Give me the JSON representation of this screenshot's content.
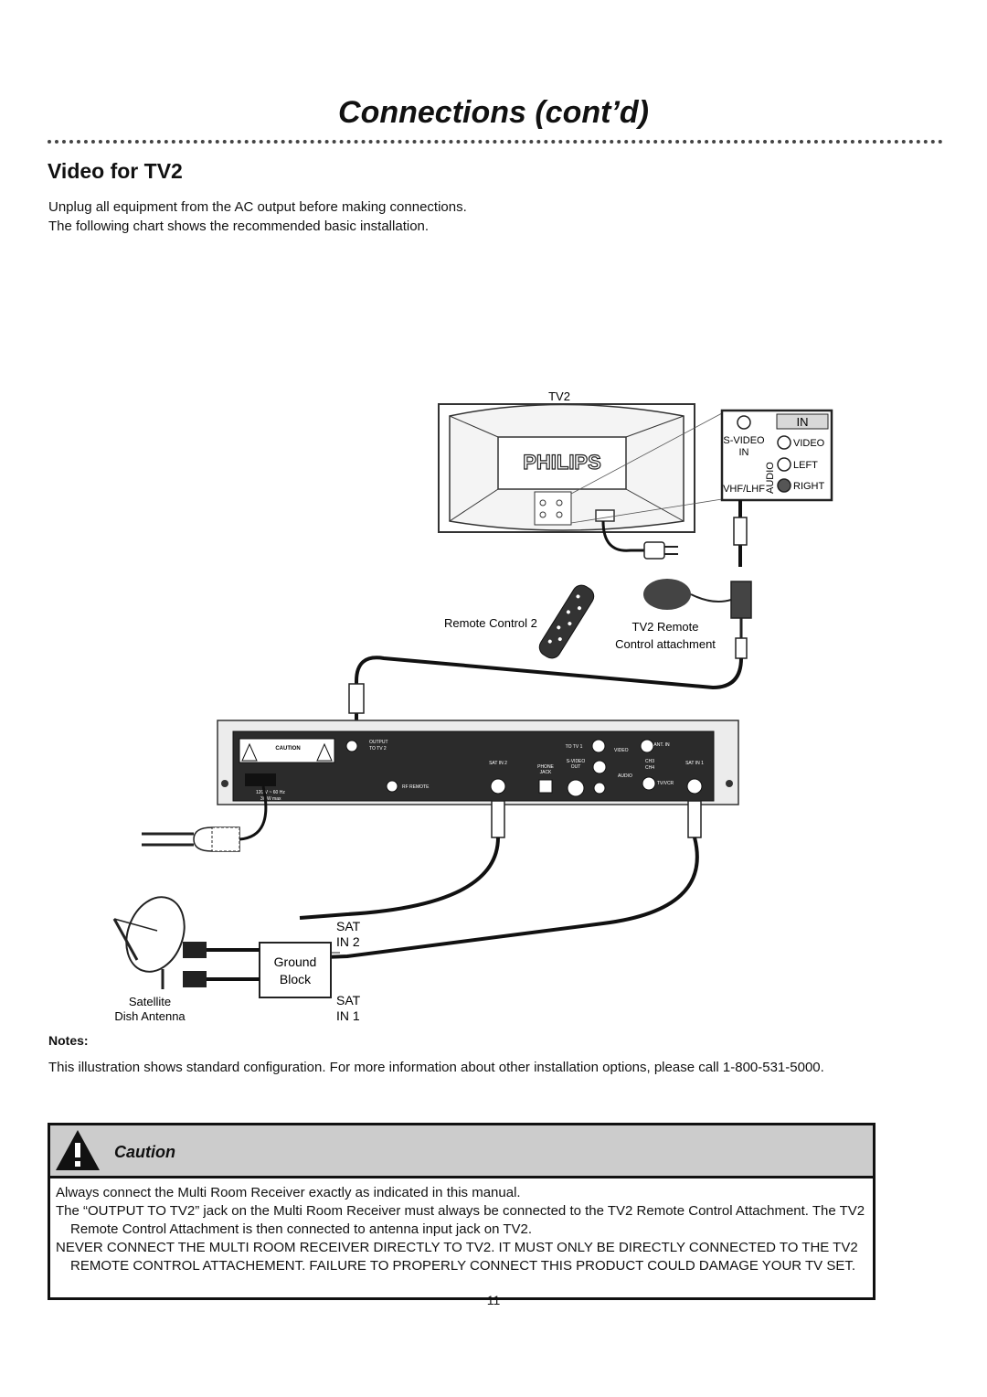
{
  "title": "Connections (cont’d)",
  "section_title": "Video for TV2",
  "intro": [
    "Unplug all equipment from the AC output before making connections.",
    "The following chart shows the recommended basic installation."
  ],
  "diagram": {
    "tv_label": "TV2",
    "brand": "PHILIPS",
    "in_label": "IN",
    "svideo_label": "S-VIDEO",
    "svideo_in_label": "IN",
    "video_label": "VIDEO",
    "audio_label": "AUDIO",
    "left_label": "LEFT",
    "right_label": "RIGHT",
    "vhf_label": "VHF/LHF",
    "remote_control_label": "Remote Control 2",
    "tv2_remote_line1": "TV2 Remote",
    "tv2_remote_line2": "Control attachment",
    "receiver": {
      "caution": "CAUTION",
      "output_to_tv2_1": "OUTPUT",
      "output_to_tv2_2": "TO TV 2",
      "rf_remote": "RF REMOTE",
      "sat_in_2": "SAT IN 2",
      "sat_in_1": "SAT IN 1",
      "to_tv1": "TO TV 1",
      "ant_in": "ANT. IN",
      "phone_jack_1": "PHONE",
      "phone_jack_2": "JACK",
      "svideo_out_1": "S-VIDEO",
      "svideo_out_2": "OUT",
      "video": "VIDEO",
      "audio": "AUDIO",
      "tv_vcr": "TV/VCR",
      "ch3": "CH3",
      "ch4": "CH4",
      "power": "120 V ~ 60 Hz",
      "power2": "30 W max"
    },
    "sat_in2_line1": "SAT",
    "sat_in2_line2": "IN 2",
    "sat_in1_line1": "SAT",
    "sat_in1_line2": "IN 1",
    "ground_line1": "Ground",
    "ground_line2": "Block",
    "satellite_line1": "Satellite",
    "satellite_line2": "Dish Antenna"
  },
  "notes_heading": "Notes:",
  "notes_text": "This illustration shows standard configuration. For more information about other installation options, please call 1-800-531-5000.",
  "caution_label": "Caution",
  "caution_items": [
    "Always connect the Multi Room Receiver exactly as indicated in this manual.",
    "The “OUTPUT TO TV2” jack on the Multi Room Receiver must always be connected to the TV2 Remote Control Attachment. The TV2 Remote Control Attachment is then connected to antenna input jack on TV2.",
    "NEVER CONNECT THE MULTI ROOM RECEIVER DIRECTLY TO TV2. IT MUST ONLY BE DIRECTLY CONNECTED TO THE TV2 REMOTE CONTROL ATTACHEMENT. FAILURE TO PROPERLY CONNECT THIS PRODUCT COULD DAMAGE YOUR TV SET."
  ],
  "page_number": "11"
}
